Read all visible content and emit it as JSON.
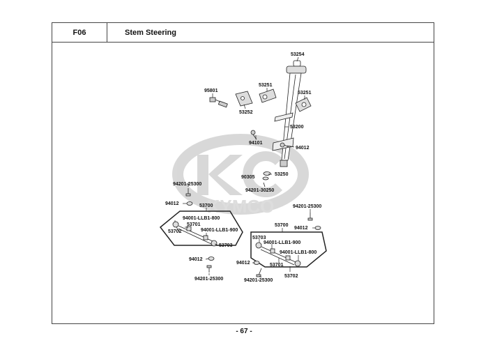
{
  "header": {
    "code": "F06",
    "title": "Stem Steering"
  },
  "watermark": {
    "text": "KYMCO"
  },
  "labels": {
    "l53254": "53254",
    "l53251a": "53251",
    "l53251b": "53251",
    "l95801": "95801",
    "l53252": "53252",
    "l53200": "53200",
    "l94101": "94101",
    "l94012a": "94012",
    "l90305": "90305",
    "l53250": "53250",
    "l94201_30250": "94201-30250",
    "l94201_25300a": "94201-25300",
    "l94012b": "94012",
    "l53700a": "53700",
    "l94001_800a": "94001-LLB1-800",
    "l53701a": "53701",
    "l53702a": "53702",
    "l94001_900a": "94001-LLB1-900",
    "l53703a": "53703",
    "l94012c": "94012",
    "l94201_25300b": "94201-25300",
    "l94201_25300c": "94201-25300",
    "l94012d": "94012",
    "l53700b": "53700",
    "l53703b": "53703",
    "l94001_900b": "94001-LLB1-900",
    "l94001_800b": "94001-LLB1-800",
    "l94012e": "94012",
    "l53701b": "53701",
    "l53702b": "53702",
    "l94201_25300d": "94201-25300"
  },
  "footer": {
    "page": "- 67 -"
  }
}
